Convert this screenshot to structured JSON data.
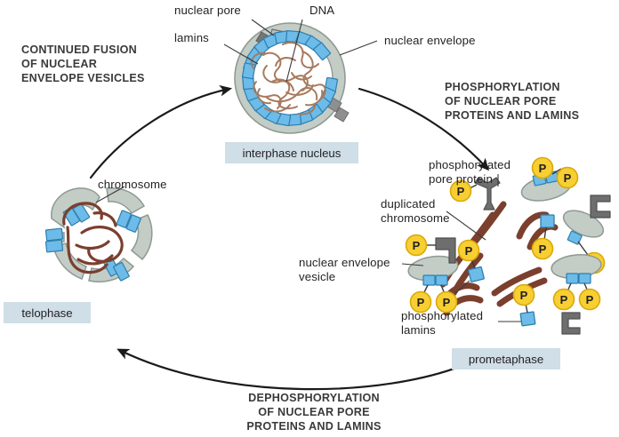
{
  "figure": {
    "title_hidden": "Nuclear envelope breakdown and reassembly during mitosis",
    "background_color": "#ffffff"
  },
  "palette": {
    "envelope_gray": "#b9c4bd",
    "envelope_gray_dark": "#7d7d7d",
    "lamin_blue": "#6cbbe8",
    "lamin_blue_dark": "#2e7fae",
    "dna_brown": "#a87a5e",
    "chromosome_brown": "#7b3f2e",
    "phosphate_yellow": "#f8cf33",
    "phosphate_yellow_dark": "#d9a908",
    "stage_box_bg": "#cfdee7",
    "text_dark": "#231f20",
    "arrow_black": "#1a1a1a",
    "pore_gray": "#6e6e6e"
  },
  "stage_labels": [
    {
      "name": "interphase-nucleus",
      "text": "interphase nucleus"
    },
    {
      "name": "telophase",
      "text": "telophase"
    },
    {
      "name": "prometaphase",
      "text": "prometaphase"
    }
  ],
  "process_labels": [
    {
      "name": "continued-fusion",
      "text": "CONTINUED FUSION\nOF NUCLEAR\nENVELOPE VESICLES"
    },
    {
      "name": "phosphorylation",
      "text": "PHOSPHORYLATION\nOF NUCLEAR PORE\nPROTEINS AND LAMINS"
    },
    {
      "name": "dephosphorylation",
      "text": "DEPHOSPHORYLATION\nOF NUCLEAR PORE\nPROTEINS AND LAMINS"
    }
  ],
  "callouts": [
    {
      "name": "nuclear-pore",
      "text": "nuclear pore"
    },
    {
      "name": "dna",
      "text": "DNA"
    },
    {
      "name": "lamins",
      "text": "lamins"
    },
    {
      "name": "nuclear-envelope",
      "text": "nuclear envelope"
    },
    {
      "name": "chromosome",
      "text": "chromosome"
    },
    {
      "name": "phosphorylated-pore-protein",
      "text": "phosphorylated\npore protein"
    },
    {
      "name": "duplicated-chromosome",
      "text": "duplicated\nchromosome"
    },
    {
      "name": "nuclear-envelope-vesicle",
      "text": "nuclear envelope\nvesicle"
    },
    {
      "name": "phosphorylated-lamins",
      "text": "phosphorylated\nlamins"
    }
  ],
  "phosphate_glyph": "P",
  "counts": {
    "phosphate_groups": 13,
    "vesicles": 4,
    "free_pore_proteins": 4,
    "free_lamins": 5,
    "duplicated_chromosomes": 5
  },
  "chart_data": {
    "type": "diagram",
    "title": "Nuclear envelope disassembly/reassembly cycle",
    "cycle_order": [
      "interphase nucleus",
      "prometaphase",
      "telophase"
    ],
    "transitions": [
      {
        "from": "interphase nucleus",
        "to": "prometaphase",
        "label": "PHOSPHORYLATION OF NUCLEAR PORE PROTEINS AND LAMINS"
      },
      {
        "from": "prometaphase",
        "to": "telophase",
        "label": "DEPHOSPHORYLATION OF NUCLEAR PORE PROTEINS AND LAMINS"
      },
      {
        "from": "telophase",
        "to": "interphase nucleus",
        "label": "CONTINUED FUSION OF NUCLEAR ENVELOPE VESICLES"
      }
    ]
  }
}
